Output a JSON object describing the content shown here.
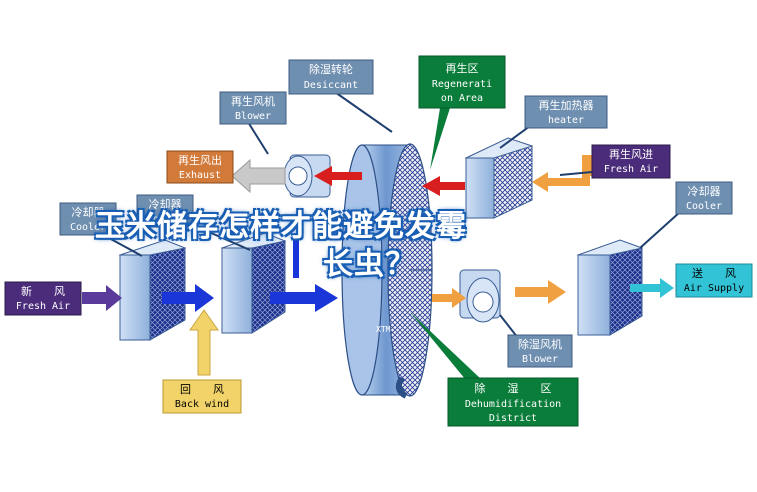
{
  "headline": {
    "line1": "玉米储存怎样才能避免发霉",
    "line2": "长虫？"
  },
  "labels": {
    "desiccant": {
      "cn": "除湿转轮",
      "en": "Desiccant"
    },
    "regeneration_area": {
      "cn": "再生区",
      "en1": "Regenerati",
      "en2": "on Area"
    },
    "regen_blower": {
      "cn": "再生风机",
      "en": "Blower"
    },
    "regen_heater": {
      "cn": "再生加热器",
      "en": "heater"
    },
    "regen_air": {
      "cn": "再生风进",
      "en": "Fresh Air"
    },
    "regen_exhaust": {
      "cn": "再生风出",
      "en": "Exhaust"
    },
    "cooler_left": {
      "cn": "冷却器",
      "en": "Cooler"
    },
    "cooler_mid": {
      "cn": "冷却器",
      "en": "Cooler"
    },
    "cooler_right": {
      "cn": "冷却器",
      "en": "Cooler"
    },
    "fresh_air": {
      "cn": "新　　风",
      "en": "Fresh Air"
    },
    "back_wind": {
      "cn": "回　　风",
      "en": "Back wind"
    },
    "dehum_blower": {
      "cn": "除湿风机",
      "en": "Blower"
    },
    "dehum_district": {
      "cn": "除　　湿　　区",
      "en1": "Dehumidification",
      "en2": "District"
    },
    "air_supply": {
      "cn": "送　　风",
      "en": "Air Supply"
    }
  },
  "watermark": "XTM",
  "colors": {
    "blue_label": "#6f8fb0",
    "orange_label": "#d27a3a",
    "purple_label": "#4b2c7a",
    "green_label": "#0a7d3a",
    "cyan_label": "#33c3d6",
    "yellow_label": "#f2d36a",
    "red_arrow": "#d81e1e",
    "orange_arrow": "#f0a040",
    "blue_arrow": "#1a36d8",
    "headline_outline": "#1a5fb4"
  }
}
